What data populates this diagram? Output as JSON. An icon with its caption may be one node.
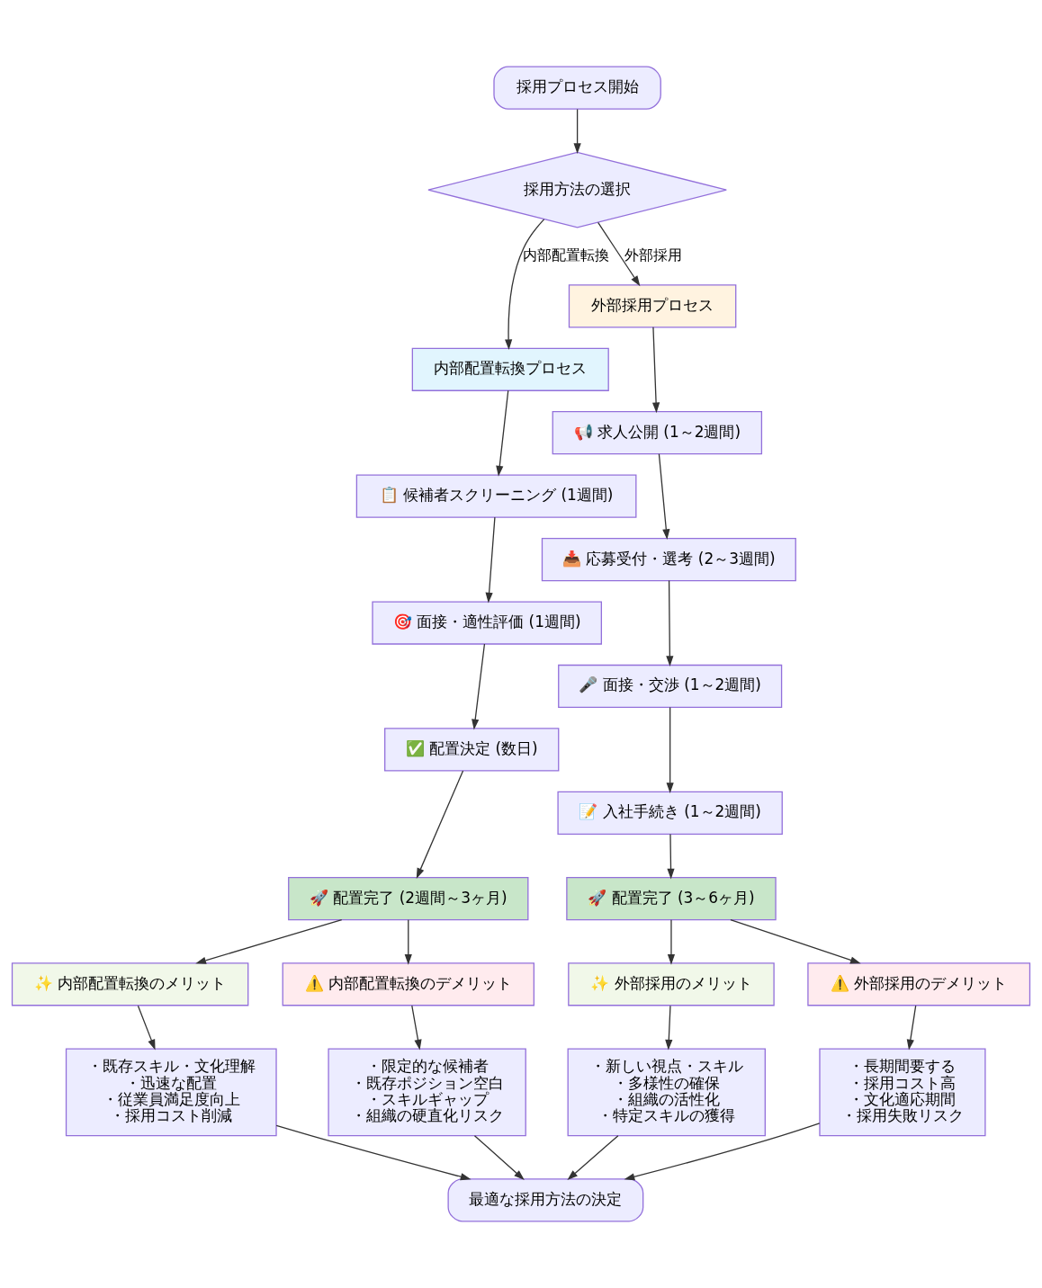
{
  "diagram": {
    "nodes": [
      {
        "text": [
          "採用プロセス開始"
        ]
      },
      {
        "text": [
          "採用方法の選択"
        ]
      },
      {
        "text": [
          "内部配置転換プロセス"
        ]
      },
      {
        "text": [
          "外部採用プロセス"
        ]
      },
      {
        "text": [
          "📋 候補者スクリーニング (1週間)"
        ]
      },
      {
        "text": [
          "🎯 面接・適性評価 (1週間)"
        ]
      },
      {
        "text": [
          "✅ 配置決定 (数日)"
        ]
      },
      {
        "text": [
          "🚀 配置完了 (2週間～3ヶ月)"
        ]
      },
      {
        "text": [
          "📢 求人公開 (1～2週間)"
        ]
      },
      {
        "text": [
          "📥 応募受付・選考 (2～3週間)"
        ]
      },
      {
        "text": [
          "🎤 面接・交渉 (1～2週間)"
        ]
      },
      {
        "text": [
          "📝 入社手続き (1～2週間)"
        ]
      },
      {
        "text": [
          "🚀 配置完了 (3～6ヶ月)"
        ]
      },
      {
        "text": [
          "✨ 内部配置転換のメリット"
        ]
      },
      {
        "text": [
          "⚠️ 内部配置転換のデメリット"
        ]
      },
      {
        "text": [
          "✨ 外部採用のメリット"
        ]
      },
      {
        "text": [
          "⚠️ 外部採用のデメリット"
        ]
      },
      {
        "text": [
          "・既存スキル・文化理解",
          "・迅速な配置",
          "・従業員満足度向上",
          "・採用コスト削減"
        ]
      },
      {
        "text": [
          "・限定的な候補者",
          "・既存ポジション空白",
          "・スキルギャップ",
          "・組織の硬直化リスク"
        ]
      },
      {
        "text": [
          "・新しい視点・スキル",
          "・多様性の確保",
          "・組織の活性化",
          "・特定スキルの獲得"
        ]
      },
      {
        "text": [
          "・長期間要する",
          "・採用コスト高",
          "・文化適応期間",
          "・採用失敗リスク"
        ]
      },
      {
        "text": [
          "最適な採用方法の決定"
        ]
      }
    ],
    "edges": [
      {
        "from": 0,
        "to": 1,
        "arrow": "to"
      },
      {
        "from": 1,
        "to": 2,
        "arrow": "to",
        "label": "内部配置転換"
      },
      {
        "from": 1,
        "to": 3,
        "arrow": "to",
        "label": "外部採用"
      },
      {
        "from": 2,
        "to": 4,
        "arrow": "to"
      },
      {
        "from": 4,
        "to": 5,
        "arrow": "to"
      },
      {
        "from": 5,
        "to": 6,
        "arrow": "to"
      },
      {
        "from": 6,
        "to": 7,
        "arrow": "to"
      },
      {
        "from": 3,
        "to": 8,
        "arrow": "to"
      },
      {
        "from": 8,
        "to": 9,
        "arrow": "to"
      },
      {
        "from": 9,
        "to": 10,
        "arrow": "to"
      },
      {
        "from": 10,
        "to": 11,
        "arrow": "to"
      },
      {
        "from": 11,
        "to": 12,
        "arrow": "to"
      },
      {
        "from": 7,
        "to": 13,
        "arrow": "to"
      },
      {
        "from": 7,
        "to": 14,
        "arrow": "to"
      },
      {
        "from": 12,
        "to": 15,
        "arrow": "to"
      },
      {
        "from": 12,
        "to": 16,
        "arrow": "to"
      },
      {
        "from": 13,
        "to": 17,
        "arrow": "to"
      },
      {
        "from": 14,
        "to": 18,
        "arrow": "to"
      },
      {
        "from": 15,
        "to": 19,
        "arrow": "to"
      },
      {
        "from": 16,
        "to": 20,
        "arrow": "to"
      },
      {
        "from": 17,
        "to": 21,
        "arrow": "to"
      },
      {
        "from": 18,
        "to": 21,
        "arrow": "to"
      },
      {
        "from": 19,
        "to": 21,
        "arrow": "to"
      },
      {
        "from": 20,
        "to": 21,
        "arrow": "to"
      }
    ]
  }
}
